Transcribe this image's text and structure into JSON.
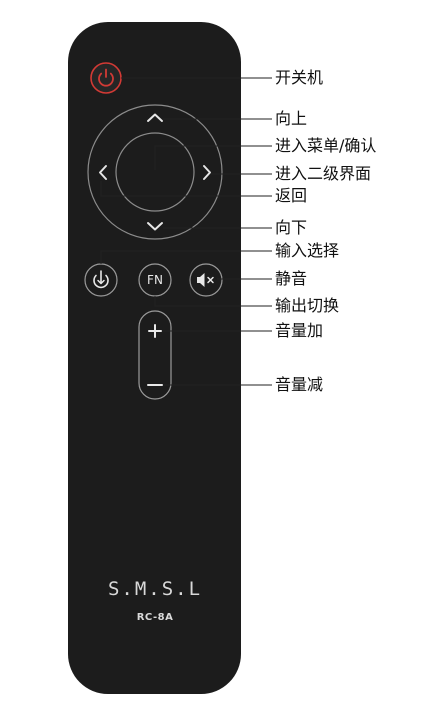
{
  "brand": {
    "name": "S.M.S.L",
    "model": "RC-8A"
  },
  "buttons": {
    "fn_label": "FN"
  },
  "icons": {
    "power": "power-icon",
    "up": "chevron-up-icon",
    "down": "chevron-down-icon",
    "left": "chevron-left-icon",
    "right": "chevron-right-icon",
    "input": "input-select-icon",
    "mute": "mute-icon",
    "plus": "plus-icon",
    "minus": "minus-icon"
  },
  "colors": {
    "remote_body": "#1c1c1c",
    "button_outline": "#9a9a9a",
    "power_red": "#d23a35",
    "leader_line": "#222222",
    "label_text": "#111111"
  },
  "labels": {
    "power": "开关机",
    "up": "向上",
    "ok": "进入菜单/确认",
    "right": "进入二级界面",
    "back": "返回",
    "down": "向下",
    "input": "输入选择",
    "mute": "静音",
    "fn": "输出切换",
    "vol_up": "音量加",
    "vol_down": "音量减"
  }
}
